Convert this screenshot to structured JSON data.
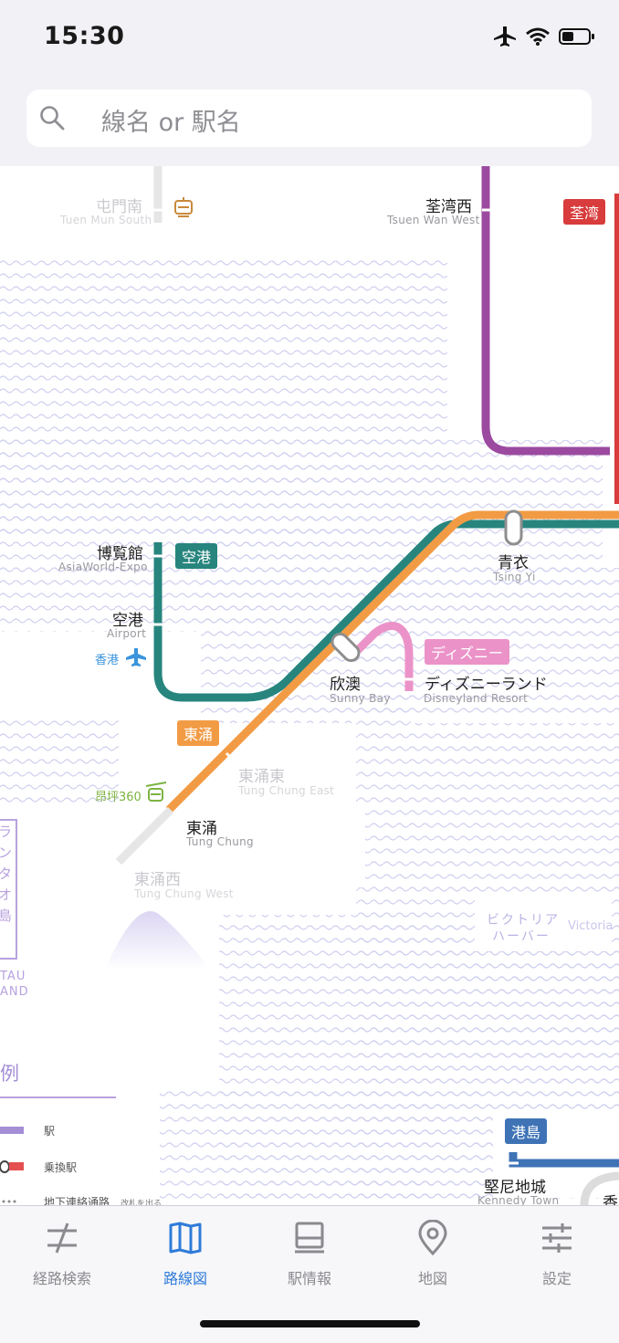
{
  "status_bar": {
    "time": "15:30",
    "icons": [
      "airplane-icon",
      "wifi-icon",
      "battery-icon"
    ]
  },
  "search": {
    "placeholder": "線名 or 駅名"
  },
  "map": {
    "line_badges": {
      "tsuen_wan": "荃湾",
      "airport_express": "空港",
      "disneyland": "ディズニー",
      "tung_chung": "東涌",
      "island": "港島"
    },
    "stations": {
      "tuen_mun_south": {
        "jp": "屯門南",
        "en": "Tuen Mun South"
      },
      "tsuen_wan_west": {
        "jp": "荃湾西",
        "en": "Tsuen Wan West"
      },
      "asiaworld_expo": {
        "jp": "博覧館",
        "en": "AsiaWorld-Expo"
      },
      "airport": {
        "jp": "空港",
        "en": "Airport"
      },
      "tsing_yi": {
        "jp": "青衣",
        "en": "Tsing Yi"
      },
      "sunny_bay": {
        "jp": "欣澳",
        "en": "Sunny Bay"
      },
      "disneyland_resort": {
        "jp": "ディズニーランド",
        "en": "Disneyland Resort"
      },
      "tung_chung_east": {
        "jp": "東涌東",
        "en": "Tung Chung East"
      },
      "tung_chung": {
        "jp": "東涌",
        "en": "Tung Chung"
      },
      "tung_chung_west": {
        "jp": "東涌西",
        "en": "Tung Chung West"
      },
      "kennedy_town": {
        "jp": "堅尼地城",
        "en": "Kennedy Town"
      },
      "partial_hk": {
        "jp": "香"
      }
    },
    "places": {
      "airport_hk": "香港",
      "ngong_ping": "昂坪360",
      "victoria_jp_line1": "ビクトリア",
      "victoria_jp_line2": "ハーバー",
      "victoria_en": "Victoria",
      "lantau_en_1": "TAU",
      "lantau_en_2": "AND",
      "lantau_jp_chars": [
        "ラ",
        "ン",
        "タ",
        "オ",
        "島"
      ]
    },
    "legend": {
      "title": "例",
      "items": [
        "駅",
        "乗換駅",
        "地下連絡通路"
      ],
      "note": "改札を出る"
    },
    "colors": {
      "tsuen_wan_line": "#d83c3c",
      "tuen_ma_purple": "#9b4aa0",
      "tung_chung_line": "#f29b45",
      "airport_express": "#27857e",
      "disneyland_line": "#eb93c8",
      "island_line": "#3f73b6",
      "water": "#cfd0f0"
    }
  },
  "tabs": [
    {
      "label": "経路検索",
      "icon": "route-search-icon",
      "active": false
    },
    {
      "label": "路線図",
      "icon": "map-book-icon",
      "active": true
    },
    {
      "label": "駅情報",
      "icon": "station-info-icon",
      "active": false
    },
    {
      "label": "地図",
      "icon": "location-pin-icon",
      "active": false
    },
    {
      "label": "設定",
      "icon": "settings-sliders-icon",
      "active": false
    }
  ]
}
